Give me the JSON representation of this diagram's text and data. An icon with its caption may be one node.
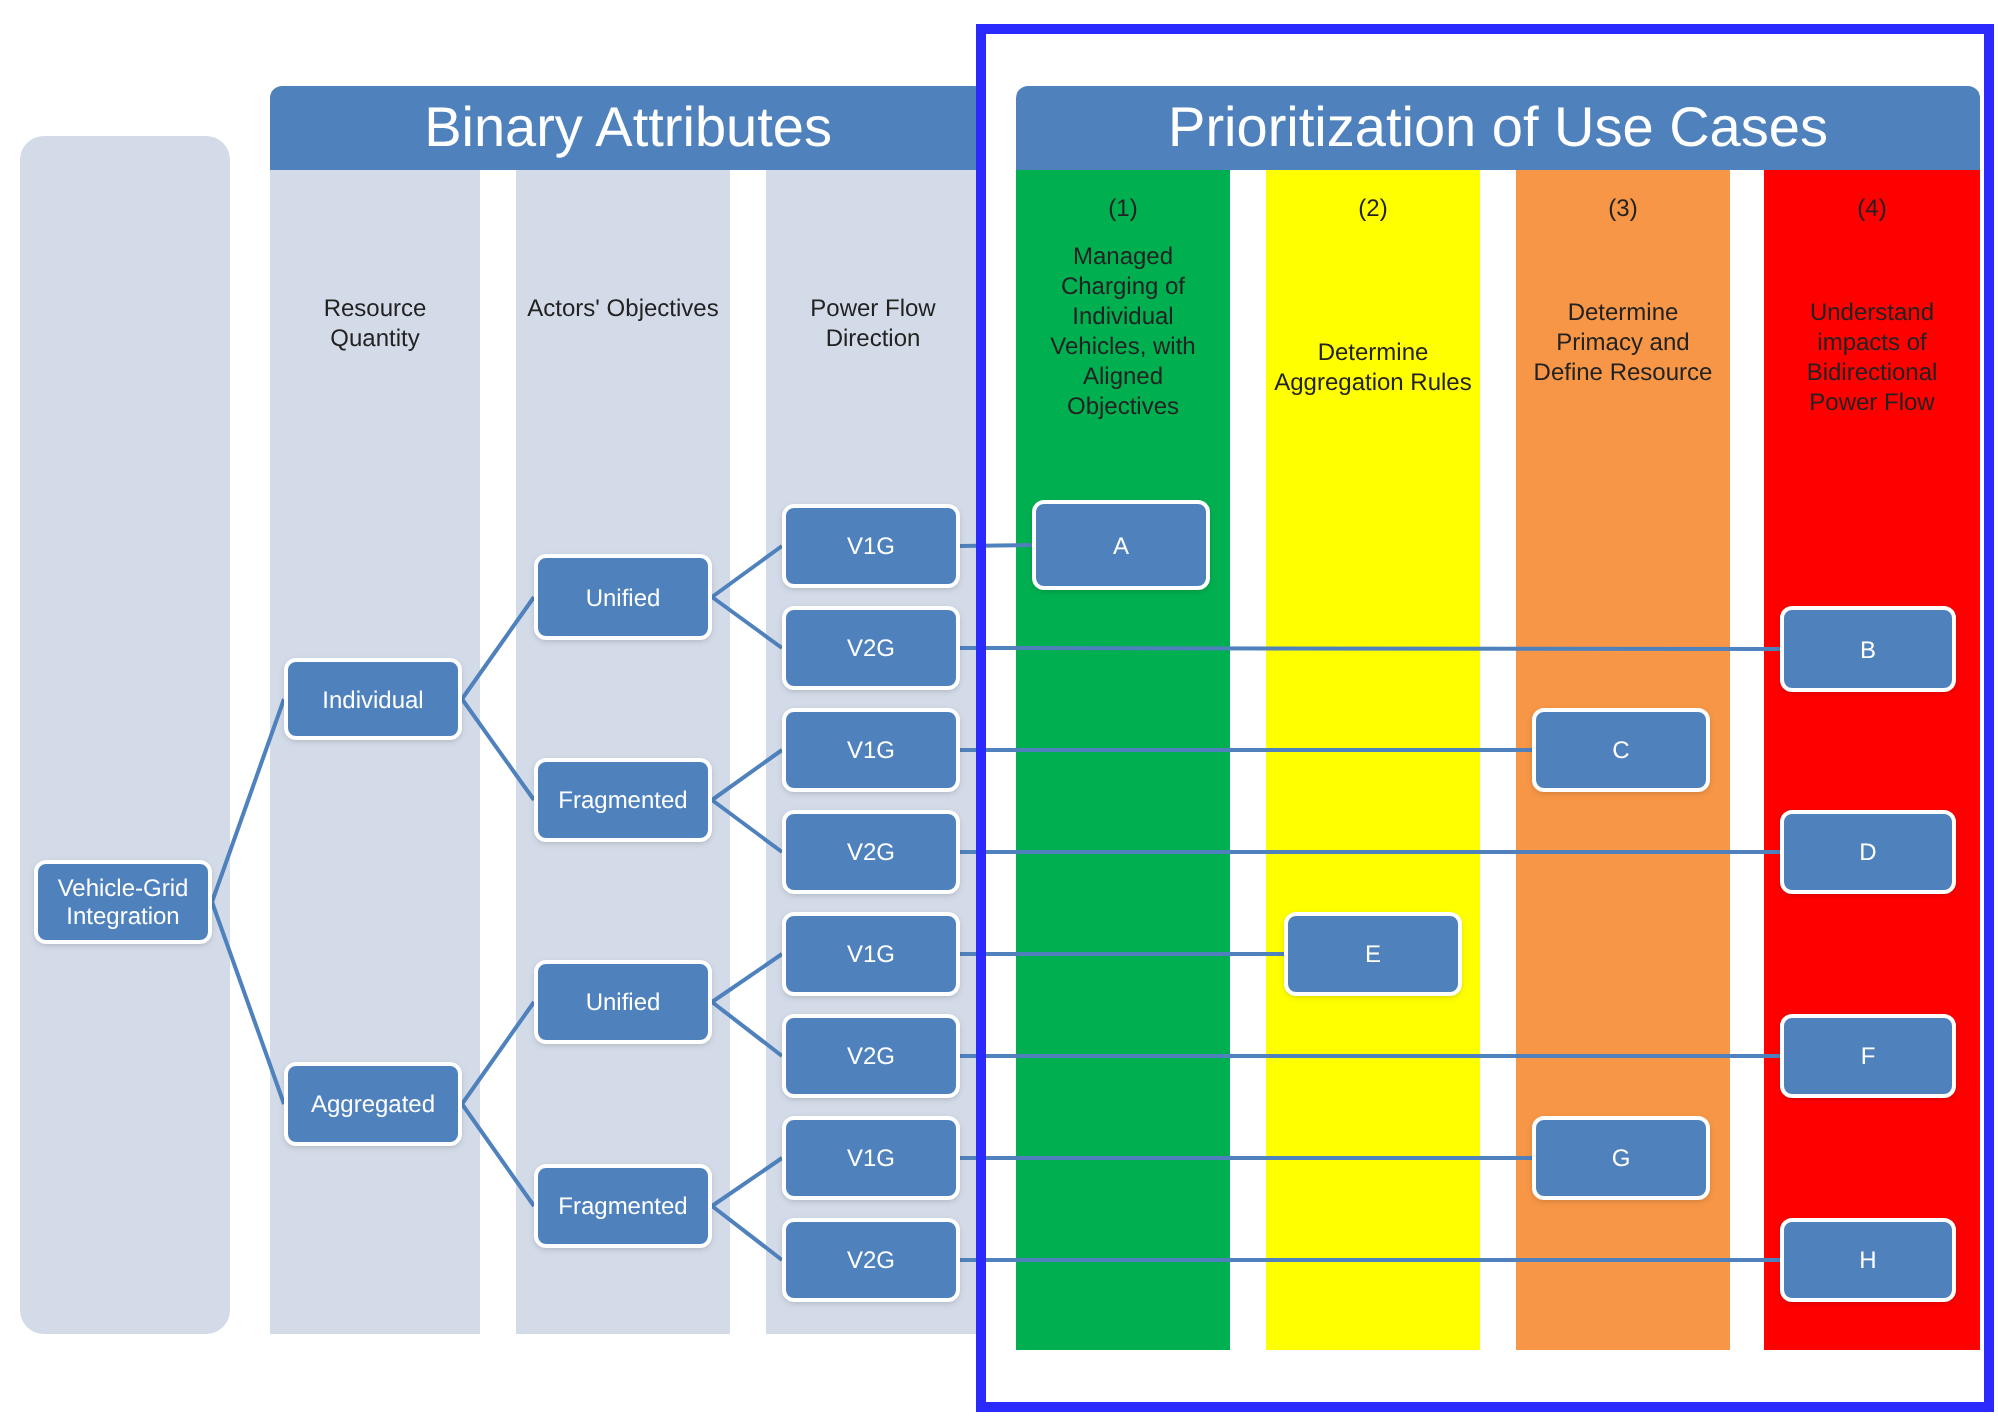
{
  "diagram": {
    "nodes": [
      {
        "text": [
          "Binary Attributes"
        ]
      },
      {
        "text": [
          "Prioritization of Use Cases"
        ]
      },
      {
        "text": [],
        "shape": "box"
      },
      {
        "text": [
          "Resource Quantity"
        ]
      },
      {
        "text": [
          "Actors' Objectives"
        ]
      },
      {
        "text": [
          "Power Flow Direction"
        ]
      },
      {
        "text": [
          "(1)",
          "Managed Charging of Individual Vehicles, with Aligned Objectives"
        ]
      },
      {
        "text": [
          "(2)",
          "Determine Aggregation Rules"
        ]
      },
      {
        "text": [
          "(3)",
          "Determine Primacy and Define Resource"
        ]
      },
      {
        "text": [
          "(4)",
          "Understand impacts of Bidirectional Power Flow"
        ]
      },
      {
        "text": [
          "Vehicle-Grid Integration"
        ],
        "in": 2
      },
      {
        "text": [
          "Individual"
        ],
        "in": 3
      },
      {
        "text": [
          "Aggregated"
        ],
        "in": 3
      },
      {
        "text": [
          "Unified"
        ],
        "in": 4
      },
      {
        "text": [
          "Fragmented"
        ],
        "in": 4
      },
      {
        "text": [
          "Unified"
        ],
        "in": 4
      },
      {
        "text": [
          "Fragmented"
        ],
        "in": 4
      },
      {
        "text": [
          "V1G"
        ],
        "in": 5
      },
      {
        "text": [
          "V2G"
        ],
        "in": 5
      },
      {
        "text": [
          "V1G"
        ],
        "in": 5
      },
      {
        "text": [
          "V2G"
        ],
        "in": 5
      },
      {
        "text": [
          "V1G"
        ],
        "in": 5
      },
      {
        "text": [
          "V2G"
        ],
        "in": 5
      },
      {
        "text": [
          "V1G"
        ],
        "in": 5
      },
      {
        "text": [
          "V2G"
        ],
        "in": 5
      },
      {
        "text": [
          "A"
        ],
        "in": 6
      },
      {
        "text": [
          "B"
        ],
        "in": 9
      },
      {
        "text": [
          "C"
        ],
        "in": 8
      },
      {
        "text": [
          "D"
        ],
        "in": 9
      },
      {
        "text": [
          "E"
        ],
        "in": 7
      },
      {
        "text": [
          "F"
        ],
        "in": 9
      },
      {
        "text": [
          "G"
        ],
        "in": 8
      },
      {
        "text": [
          "H"
        ],
        "in": 9
      }
    ],
    "edges": [
      {
        "from": 10,
        "to": 11,
        "arrow": "none"
      },
      {
        "from": 10,
        "to": 12,
        "arrow": "none"
      },
      {
        "from": 11,
        "to": 13,
        "arrow": "none"
      },
      {
        "from": 11,
        "to": 14,
        "arrow": "none"
      },
      {
        "from": 12,
        "to": 15,
        "arrow": "none"
      },
      {
        "from": 12,
        "to": 16,
        "arrow": "none"
      },
      {
        "from": 13,
        "to": 17,
        "arrow": "none"
      },
      {
        "from": 13,
        "to": 18,
        "arrow": "none"
      },
      {
        "from": 14,
        "to": 19,
        "arrow": "none"
      },
      {
        "from": 14,
        "to": 20,
        "arrow": "none"
      },
      {
        "from": 15,
        "to": 21,
        "arrow": "none"
      },
      {
        "from": 15,
        "to": 22,
        "arrow": "none"
      },
      {
        "from": 16,
        "to": 23,
        "arrow": "none"
      },
      {
        "from": 16,
        "to": 24,
        "arrow": "none"
      },
      {
        "from": 17,
        "to": 25,
        "arrow": "none"
      },
      {
        "from": 18,
        "to": 26,
        "arrow": "none"
      },
      {
        "from": 19,
        "to": 27,
        "arrow": "none"
      },
      {
        "from": 20,
        "to": 28,
        "arrow": "none"
      },
      {
        "from": 21,
        "to": 29,
        "arrow": "none"
      },
      {
        "from": 22,
        "to": 30,
        "arrow": "none"
      },
      {
        "from": 23,
        "to": 31,
        "arrow": "none"
      },
      {
        "from": 24,
        "to": 32,
        "arrow": "none"
      }
    ]
  }
}
